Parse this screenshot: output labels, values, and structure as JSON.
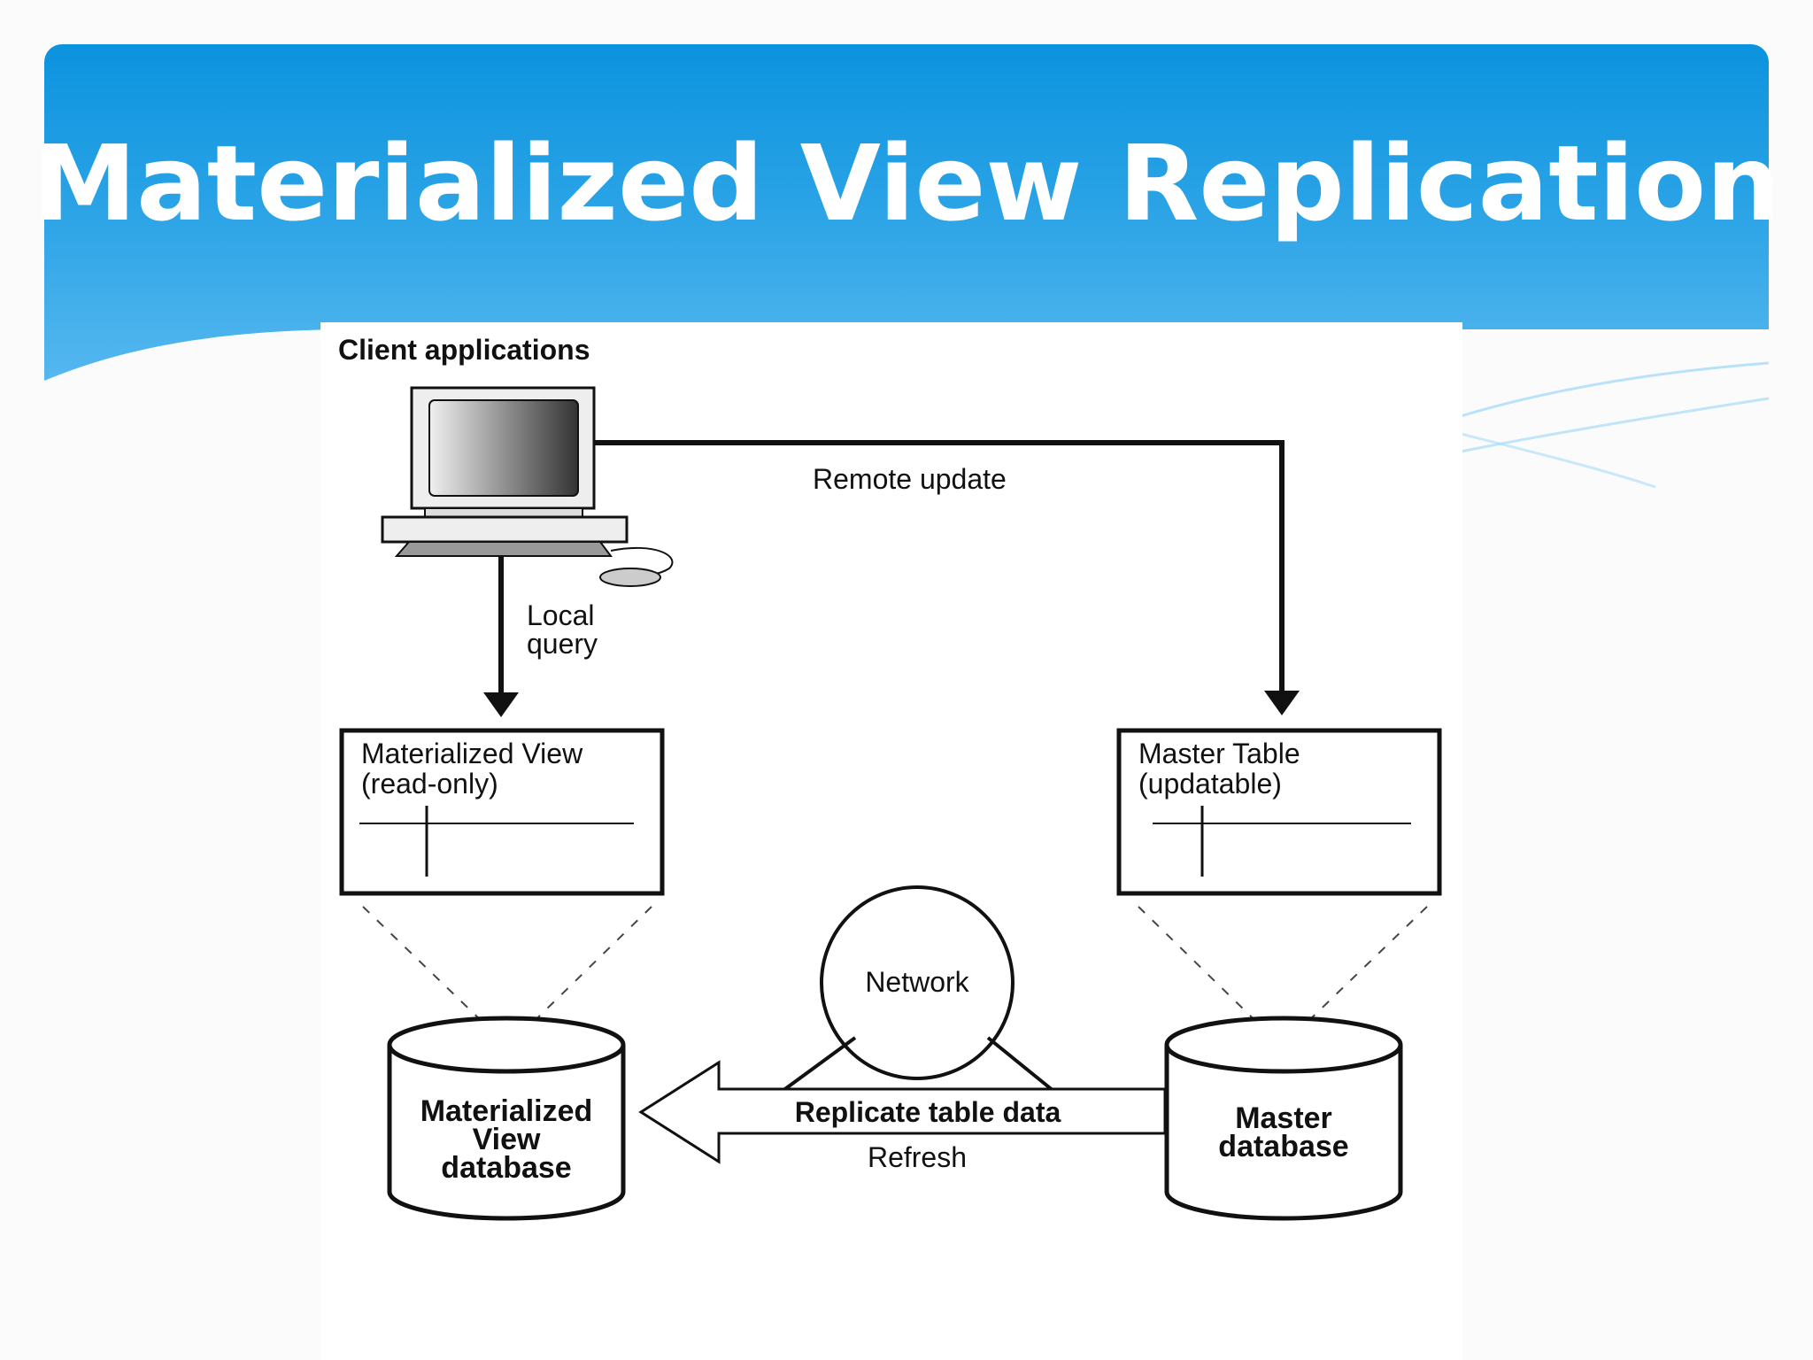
{
  "slide": {
    "title": "Materialized View Replication"
  },
  "diagram": {
    "client_label": "Client applications",
    "remote_update_label": "Remote update",
    "local_query_line1": "Local",
    "local_query_line2": "query",
    "mv_box_line1": "Materialized View",
    "mv_box_line2": "(read-only)",
    "master_box_line1": "Master Table",
    "master_box_line2": "(updatable)",
    "network_label": "Network",
    "replicate_label": "Replicate table data",
    "refresh_label": "Refresh",
    "mv_db_line1": "Materialized",
    "mv_db_line2": "View",
    "mv_db_line3": "database",
    "master_db_line1": "Master",
    "master_db_line2": "database"
  },
  "colors": {
    "banner_top": "#0b93de",
    "banner_bottom": "#7cc9f3",
    "title_text": "#ffffff",
    "line": "#111111"
  },
  "icons": [
    "computer-icon",
    "mouse-icon",
    "database-cylinder-icon"
  ]
}
